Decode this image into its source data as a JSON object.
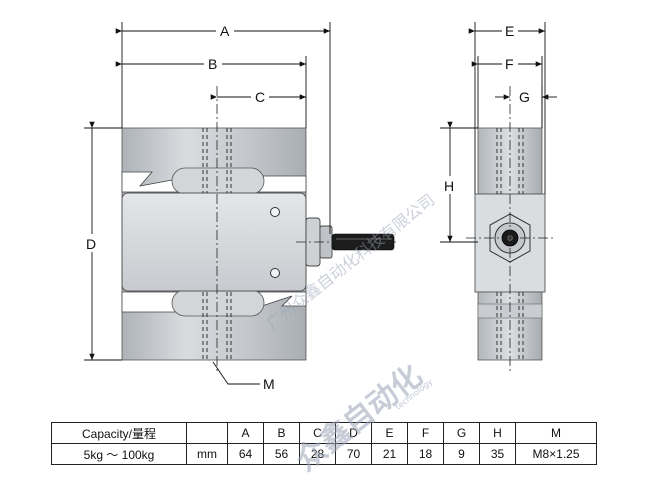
{
  "dimension_labels": {
    "A": "A",
    "B": "B",
    "C": "C",
    "D": "D",
    "E": "E",
    "F": "F",
    "G": "G",
    "H": "H",
    "M": "M"
  },
  "spec_table": {
    "header": [
      "Capacity/量程",
      "",
      "A",
      "B",
      "C",
      "D",
      "E",
      "F",
      "G",
      "H",
      "M"
    ],
    "row": [
      "5kg ～ 100kg",
      "mm",
      "64",
      "56",
      "28",
      "70",
      "21",
      "18",
      "9",
      "35",
      "M8×1.25"
    ]
  },
  "watermark": {
    "company": "广州众鑫自动化科技有限公司",
    "brand": "众鑫自动化",
    "technology": "technology"
  },
  "colors": {
    "body": "#c4c8cc",
    "dark": "#8f9498",
    "line": "#111111",
    "watermark": "#9aa3b8"
  }
}
